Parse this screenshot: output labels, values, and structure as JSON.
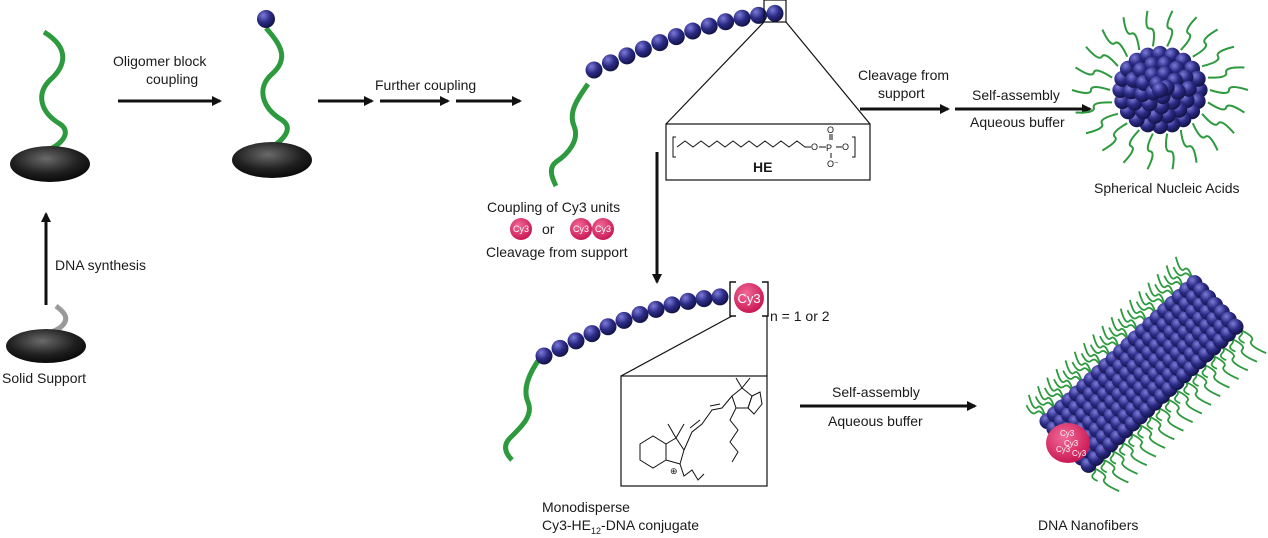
{
  "diagram": {
    "colors": {
      "strand": "#2e9a3f",
      "bead": "#27277a",
      "cy3": "#d61f5d",
      "support": "#1c1c1c",
      "arrow": "#111111",
      "grey_strand": "#9a9a9a"
    },
    "labels": {
      "solid_support": "Solid Support",
      "dna_synthesis": "DNA synthesis",
      "oligomer_line1": "Oligomer block",
      "oligomer_line2": "coupling",
      "further_coupling": "Further coupling",
      "he": "HE",
      "cleavage_line1": "Cleavage from",
      "cleavage_line2": "support",
      "self_assembly_1": "Self-assembly",
      "aqueous_buffer_1": "Aqueous buffer",
      "spherical": "Spherical Nucleic Acids",
      "coupling_cy3": "Coupling of Cy3 units",
      "or": "or",
      "cleavage_from_support": "Cleavage from support",
      "cy3": "Cy3",
      "n_equals": "n = 1 or 2",
      "monodisperse": "Monodisperse",
      "conjugate_prefix": "Cy3-HE",
      "conjugate_sub": "12",
      "conjugate_suffix": "-DNA conjugate",
      "self_assembly_2": "Self-assembly",
      "aqueous_buffer_2": "Aqueous buffer",
      "nanofibers": "DNA Nanofibers"
    },
    "chem_labels": {
      "o": "O",
      "p": "P",
      "o_minus": "O⁻",
      "plus": "⊕"
    }
  }
}
